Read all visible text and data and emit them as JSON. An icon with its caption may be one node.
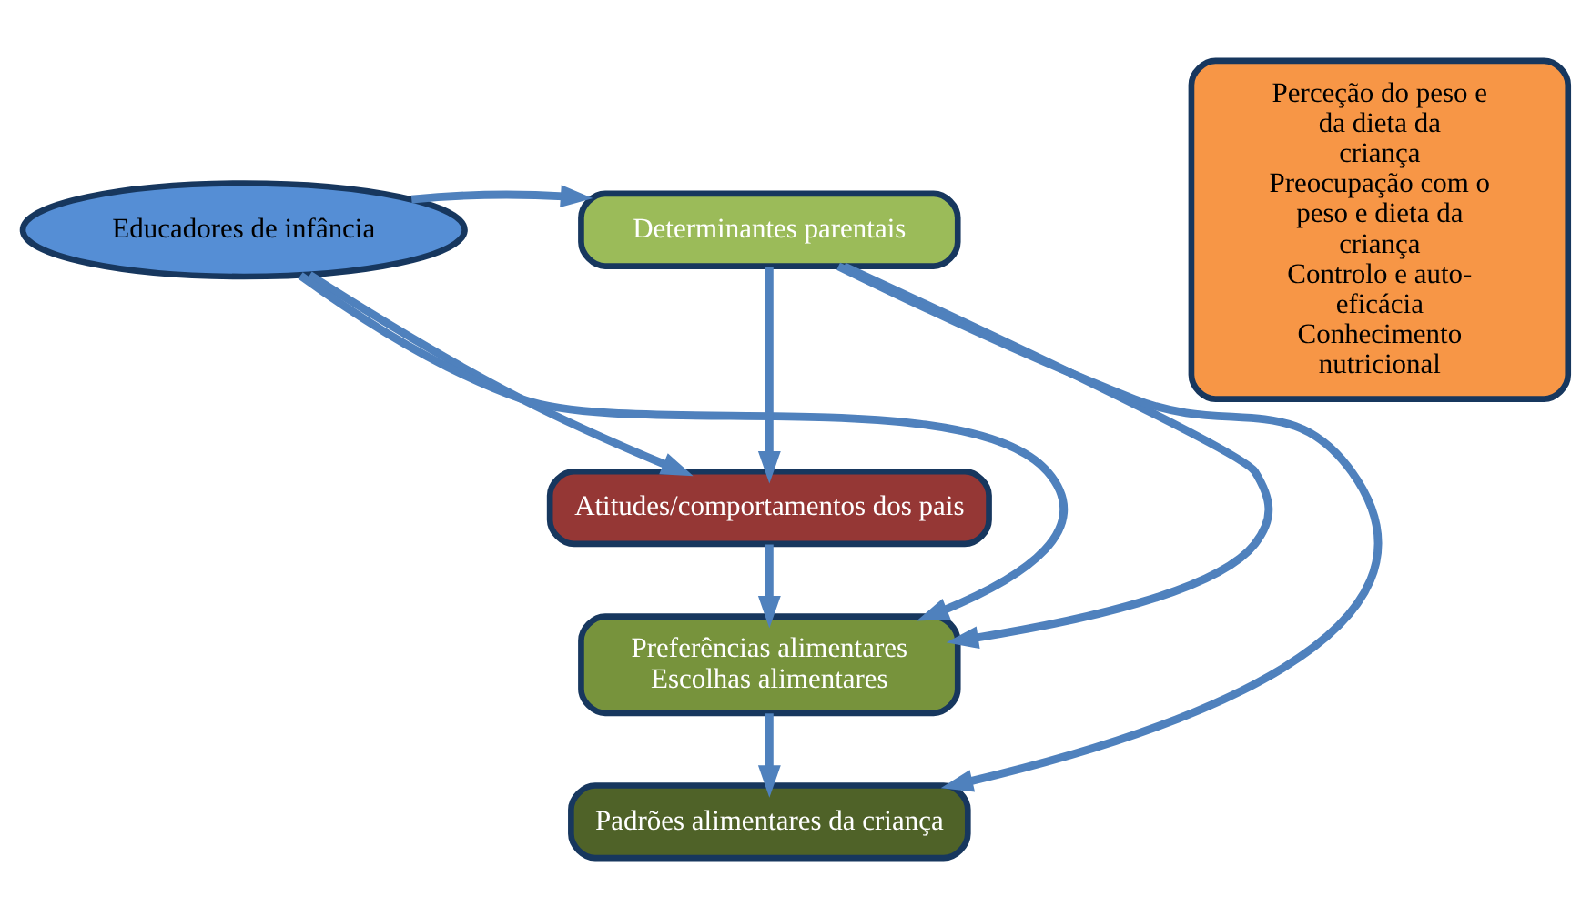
{
  "diagram": {
    "nodes": [
      {
        "text": [
          "Educadores de infância"
        ]
      },
      {
        "text": [
          "Determinantes parentais"
        ]
      },
      {
        "text": [
          "Atitudes/comportamentos dos pais"
        ]
      },
      {
        "text": [
          "Preferências alimentares",
          "Escolhas alimentares"
        ]
      },
      {
        "text": [
          "Padrões alimentares da criança"
        ]
      },
      {
        "text": [
          "Perceção do peso e da dieta da criança",
          "Preocupação com o peso e dieta da criança",
          "Controlo e auto-eficácia",
          "Conhecimento nutricional"
        ]
      }
    ],
    "edges": [
      {
        "from": 0,
        "to": 1,
        "arrow": "to"
      },
      {
        "from": 0,
        "to": 2,
        "arrow": "to"
      },
      {
        "from": 0,
        "to": 3,
        "arrow": "to"
      },
      {
        "from": 1,
        "to": 2,
        "arrow": "to"
      },
      {
        "from": 2,
        "to": 3,
        "arrow": "to"
      },
      {
        "from": 3,
        "to": 4,
        "arrow": "to"
      },
      {
        "from": 1,
        "to": 3,
        "arrow": "to"
      },
      {
        "from": 1,
        "to": 4,
        "arrow": "to"
      }
    ]
  }
}
